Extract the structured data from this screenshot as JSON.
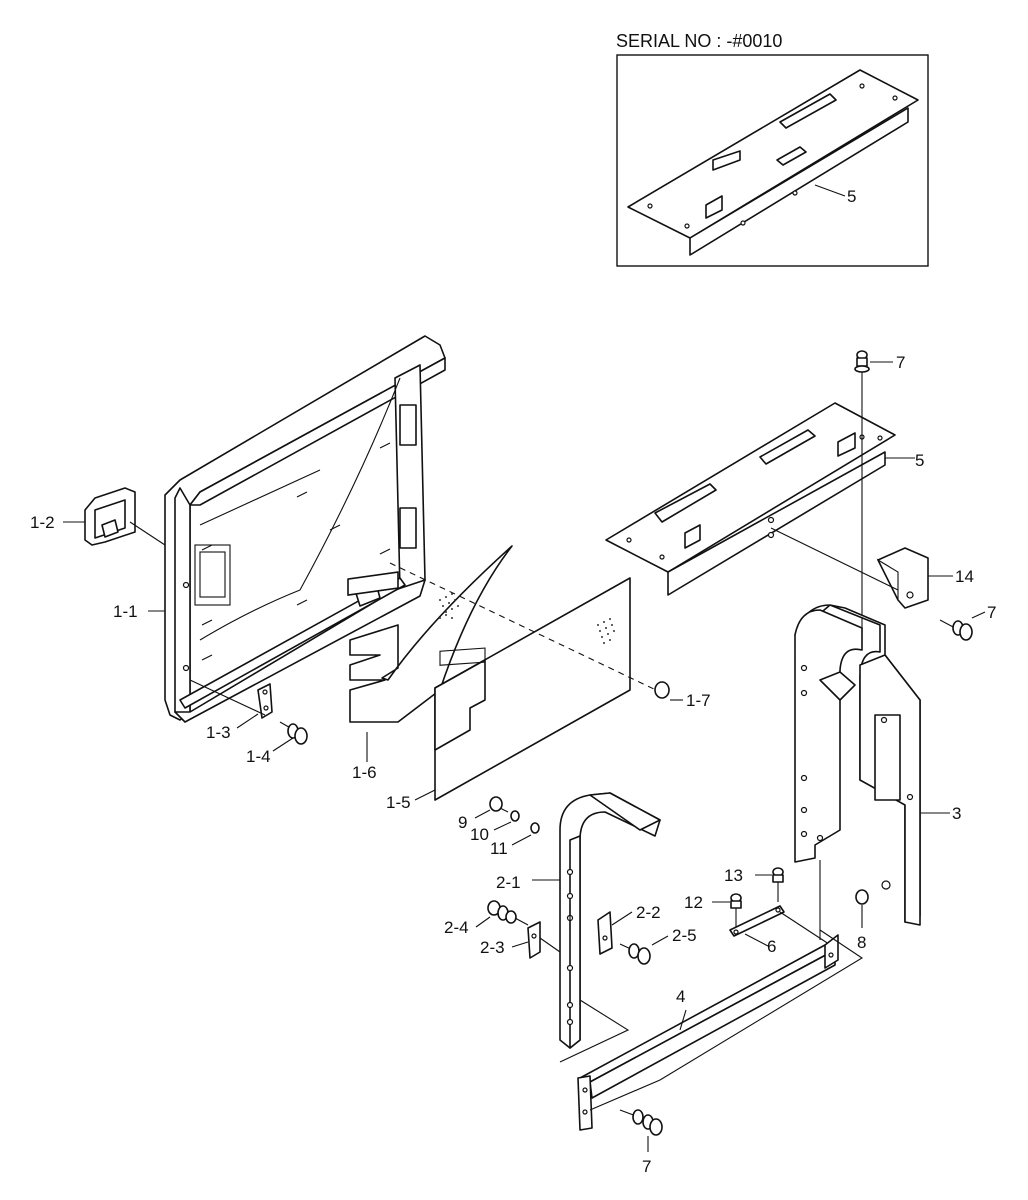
{
  "serial_label": "SERIAL NO : -#0010",
  "callouts": {
    "c_inset_5": "5",
    "c_1_1": "1-1",
    "c_1_2": "1-2",
    "c_1_3": "1-3",
    "c_1_4": "1-4",
    "c_1_5": "1-5",
    "c_1_6": "1-6",
    "c_1_7": "1-7",
    "c_2_1": "2-1",
    "c_2_2": "2-2",
    "c_2_3": "2-3",
    "c_2_4": "2-4",
    "c_2_5": "2-5",
    "c_3": "3",
    "c_4": "4",
    "c_5": "5",
    "c_6": "6",
    "c_7_top": "7",
    "c_7_mid": "7",
    "c_7_bottom": "7",
    "c_8": "8",
    "c_9": "9",
    "c_10": "10",
    "c_11": "11",
    "c_12": "12",
    "c_13": "13",
    "c_14": "14"
  }
}
